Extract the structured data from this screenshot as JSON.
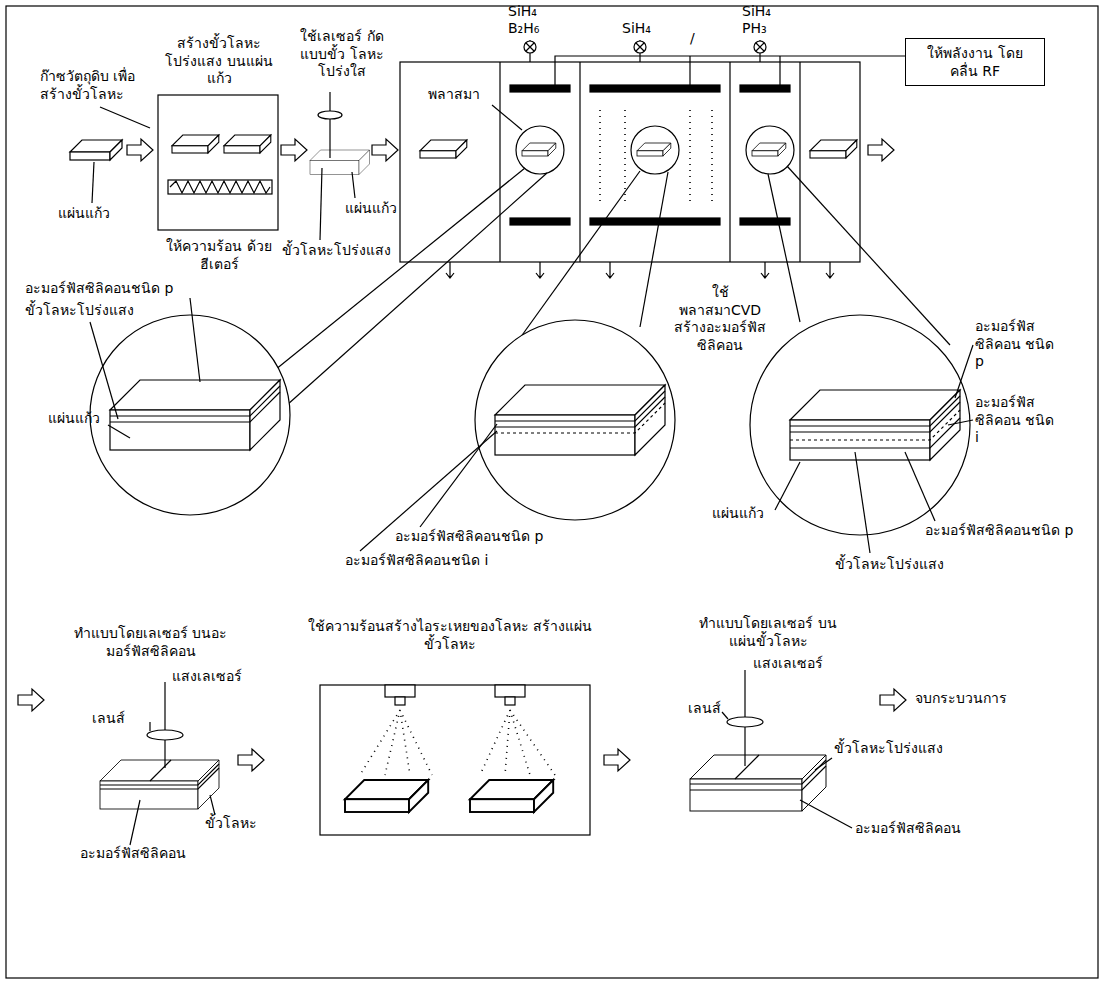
{
  "diagram": {
    "nodes": [
      {
        "text": [
          "ให้พลังงาน โดยคลื่น RF"
        ]
      }
    ],
    "labels": [
      "ก๊าซวัตถุดิบ เพื่อสร้างขั้วโลหะ",
      "แผ่นแก้ว",
      "สร้างขั้วโลหะ โปร่งแสง บนแผ่นแก้ว",
      "ให้ความร้อน ด้วยฮีเตอร์",
      "ใช้เลเซอร์ กัดแบบขั้ว โลหะโปร่งใส",
      "แผ่นแก้ว",
      "ขั้วโลหะโปร่งแสง",
      "SiH₄",
      "B₂H₆",
      "SiH₄",
      "/",
      "SiH₄",
      "PH₃",
      "พลาสมา",
      "ใช้พลาสมาCVD สร้างอะมอร์ฟัส ซิลิคอน",
      "อะมอร์ฟัสซิลิคอนชนิด p",
      "ขั้วโลหะโปร่งแสง",
      "แผ่นแก้ว",
      "อะมอร์ฟัสซิลิคอนชนิด p",
      "อะมอร์ฟัสซิลิคอนชนิด i",
      "อะมอร์ฟัส ซิลิคอน ชนิด p",
      "อะมอร์ฟัส ซิลิคอน ชนิด i",
      "แผ่นแก้ว",
      "อะมอร์ฟัสซิลิคอนชนิด p",
      "ขั้วโลหะโปร่งแสง",
      "ทำแบบโดยเลเซอร์ บนอะมอร์ฟัสซิลิคอน",
      "แสงเลเซอร์",
      "เลนส์",
      "ขั้วโลหะ",
      "อะมอร์ฟัสซิลิคอน",
      "ใช้ความร้อนสร้างไอระเหยของโลหะ สร้างแผ่นขั้วโลหะ",
      "ทำแบบโดยเลเซอร์ บนแผ่นขั้วโลหะ",
      "แสงเลเซอร์",
      "เลนส์",
      "ขั้วโลหะโปร่งแสง",
      "อะมอร์ฟัสซิลิคอน",
      "จบกระบวนการ"
    ]
  }
}
